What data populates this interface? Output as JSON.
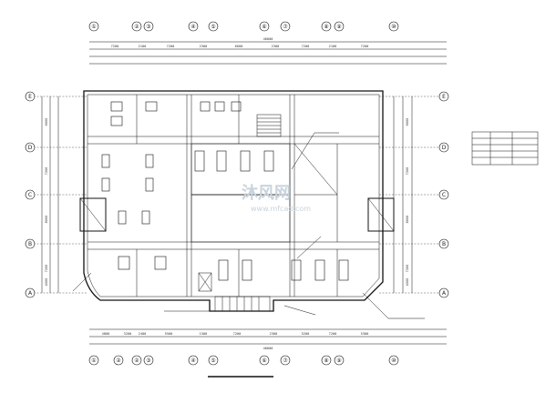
{
  "drawing": {
    "top_axes": [
      "①",
      "②",
      "③",
      "④",
      "⑤",
      "⑥",
      "⑦",
      "⑧",
      "⑨",
      "⑩"
    ],
    "bottom_axes": [
      "①",
      "②",
      "②",
      "③",
      "④",
      "⑤",
      "⑥",
      "⑦",
      "⑧",
      "⑨",
      "⑩"
    ],
    "left_axes": [
      "E",
      "D",
      "C",
      "B",
      "A"
    ],
    "right_axes": [
      "E",
      "D",
      "C",
      "B",
      "A"
    ],
    "top_dims_row1": [
      "7200",
      "2100",
      "7200",
      "2300",
      "6600",
      "2300",
      "7200",
      "2100",
      "7200"
    ],
    "top_total": "46000",
    "bottom_dims_row1": [
      "4800",
      "3200",
      "2400",
      "5500",
      "1500",
      "7200",
      "2300",
      "5200",
      "7200",
      "5300"
    ],
    "bottom_total": "46000",
    "left_dims": [
      "6600",
      "7200",
      "8000",
      "7200",
      "4500"
    ],
    "right_dims": [
      "6600",
      "7200",
      "8000",
      "7200",
      "4500"
    ],
    "watermark": "沐风网",
    "watermark_sub": "www.mfcad.com"
  },
  "colors": {
    "line": "#111111",
    "watermark": "#c9d3dc"
  }
}
